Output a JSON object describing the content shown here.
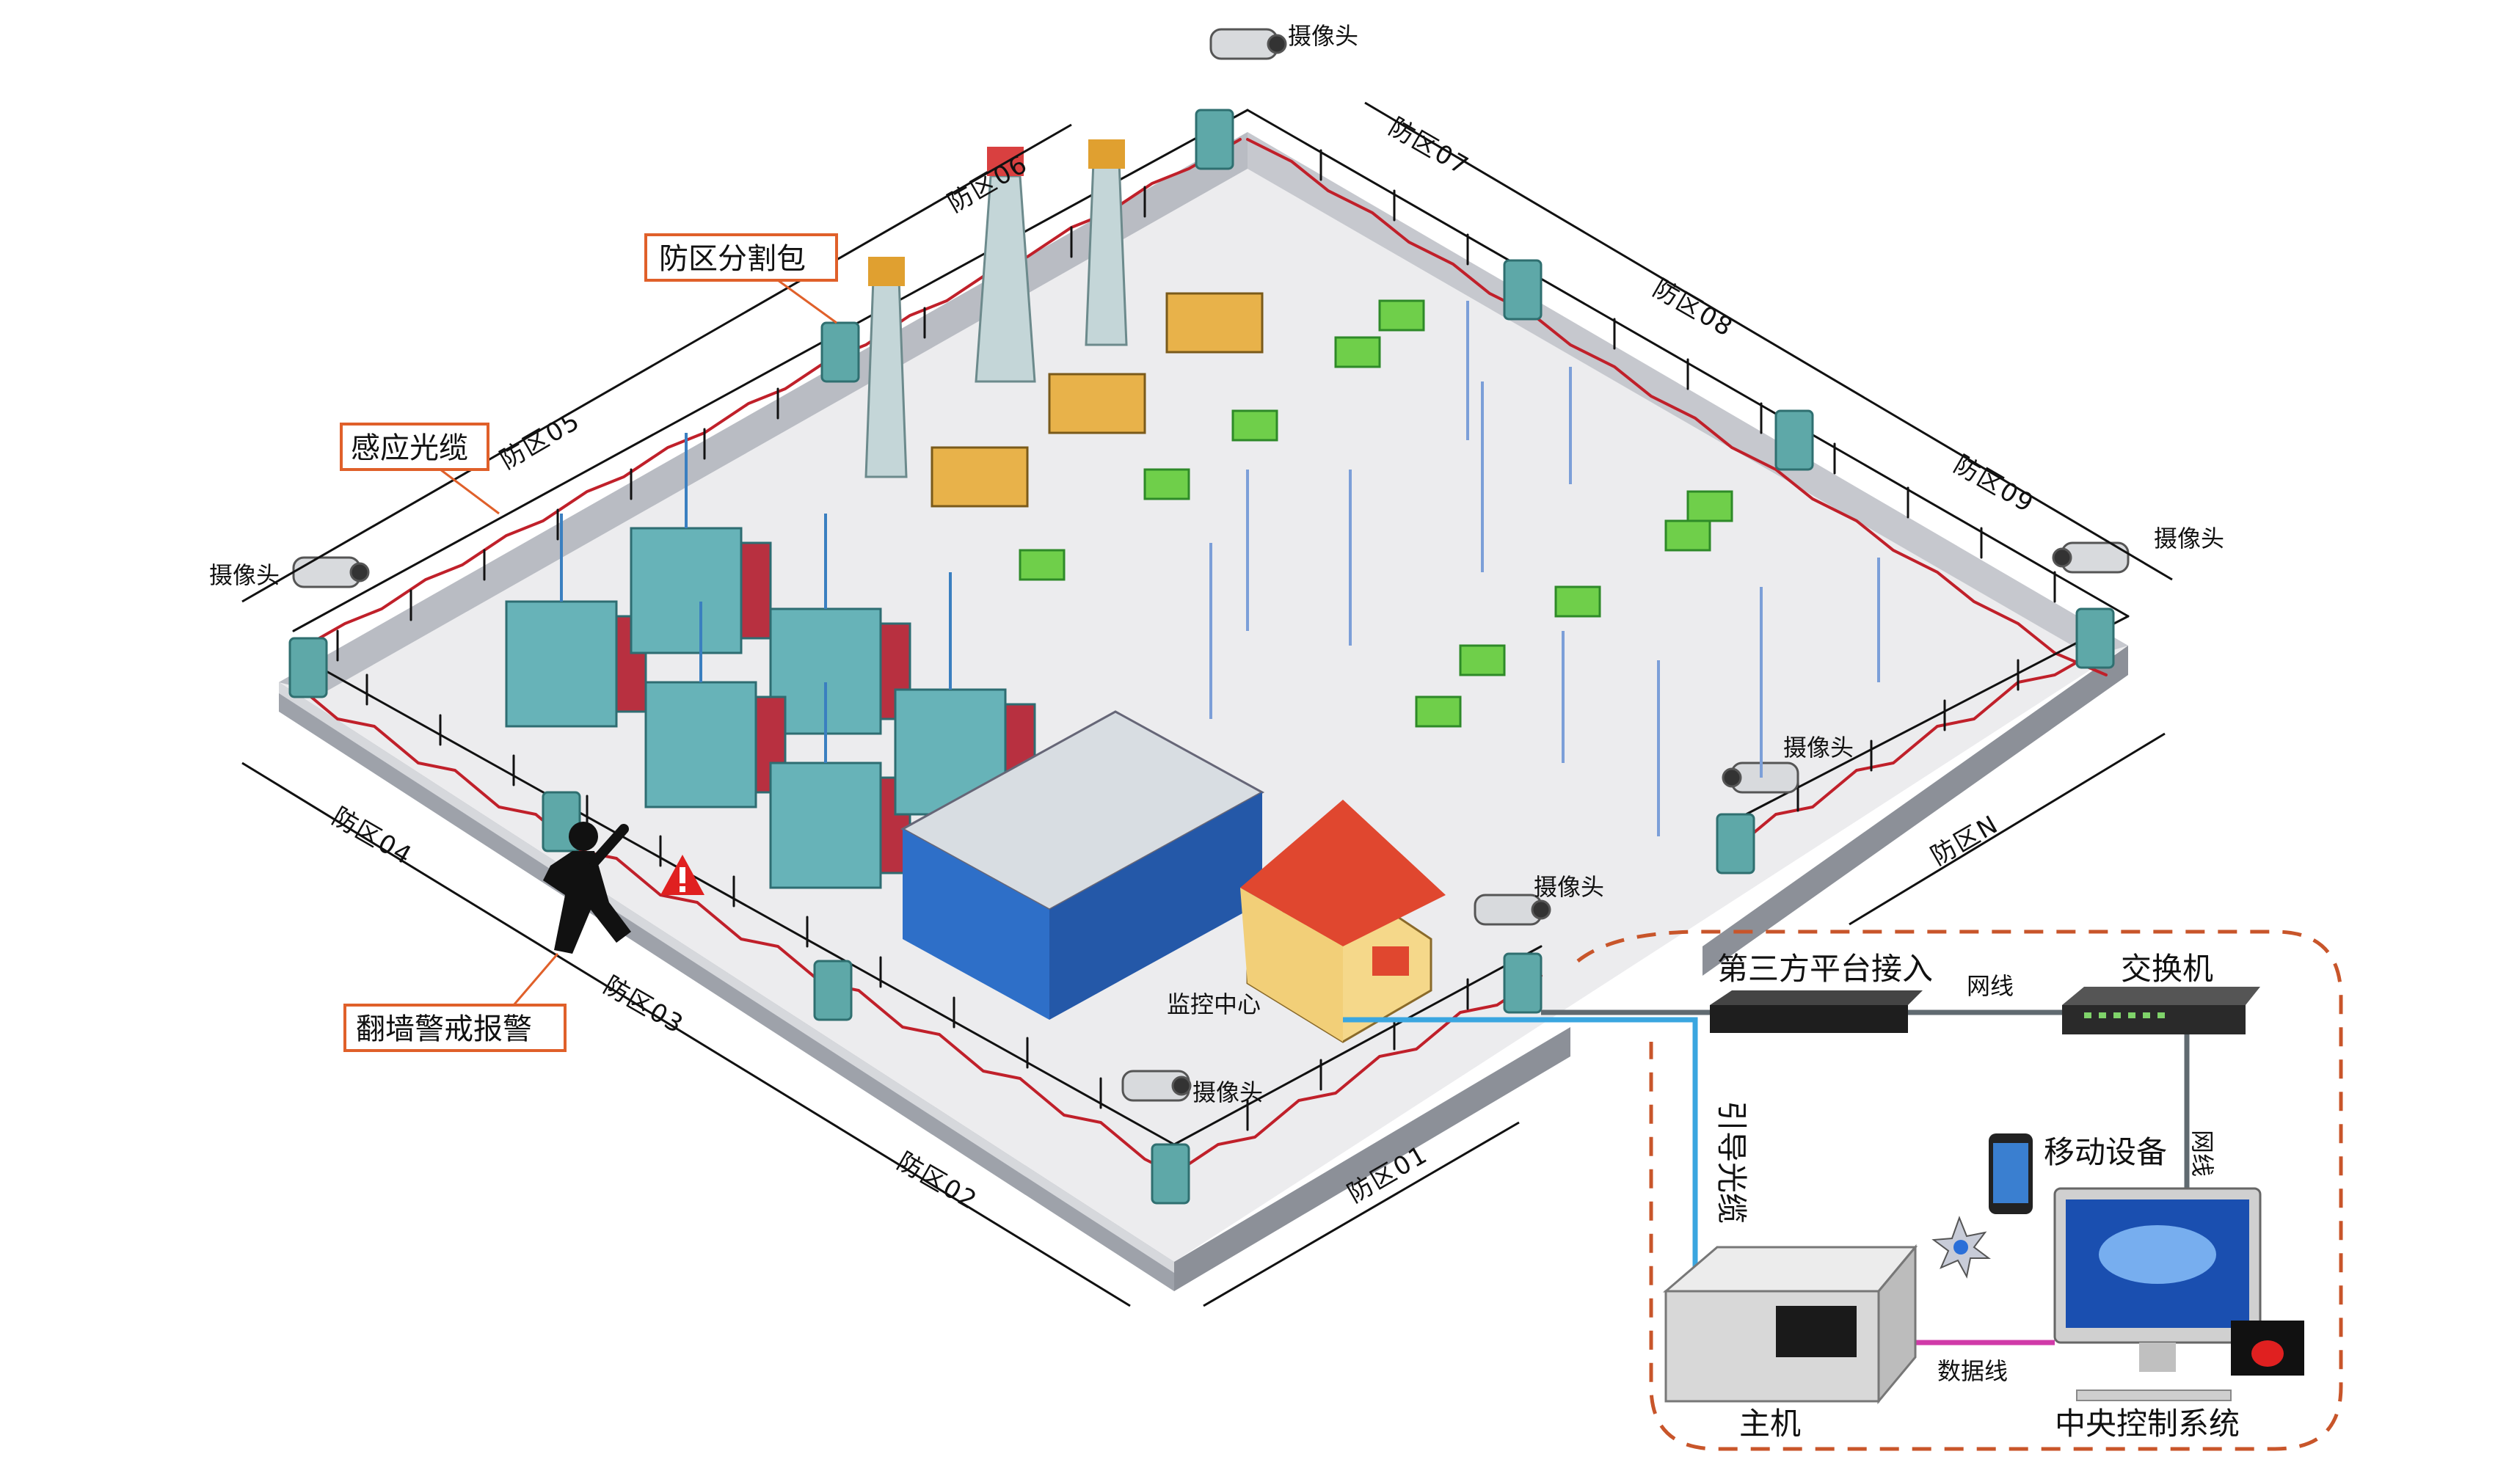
{
  "zones": [
    "防区01",
    "防区02",
    "防区03",
    "防区04",
    "防区05",
    "防区06",
    "防区07",
    "防区08",
    "防区09",
    "防区N"
  ],
  "camera_label": "摄像头",
  "callouts": {
    "split_box": "防区分割包",
    "sensing_cable": "感应光缆",
    "climb_alarm": "翻墙警戒报警"
  },
  "monitor_center": "监控中心",
  "network": {
    "third_party": "第三方平台接入",
    "switch": "交换机",
    "net_cable": "网线",
    "guide_cable": "引导光缆",
    "mobile": "移动设备",
    "host": "主机",
    "data_cable": "数据线",
    "central_control": "中央控制系统"
  },
  "colors": {
    "fence_line": "#c0202a",
    "callout_border": "#e0602a",
    "dashed_region": "#c8552a",
    "guide_fiber": "#3aa6e0",
    "data_line": "#d03aa8",
    "net_line": "#606a70"
  }
}
